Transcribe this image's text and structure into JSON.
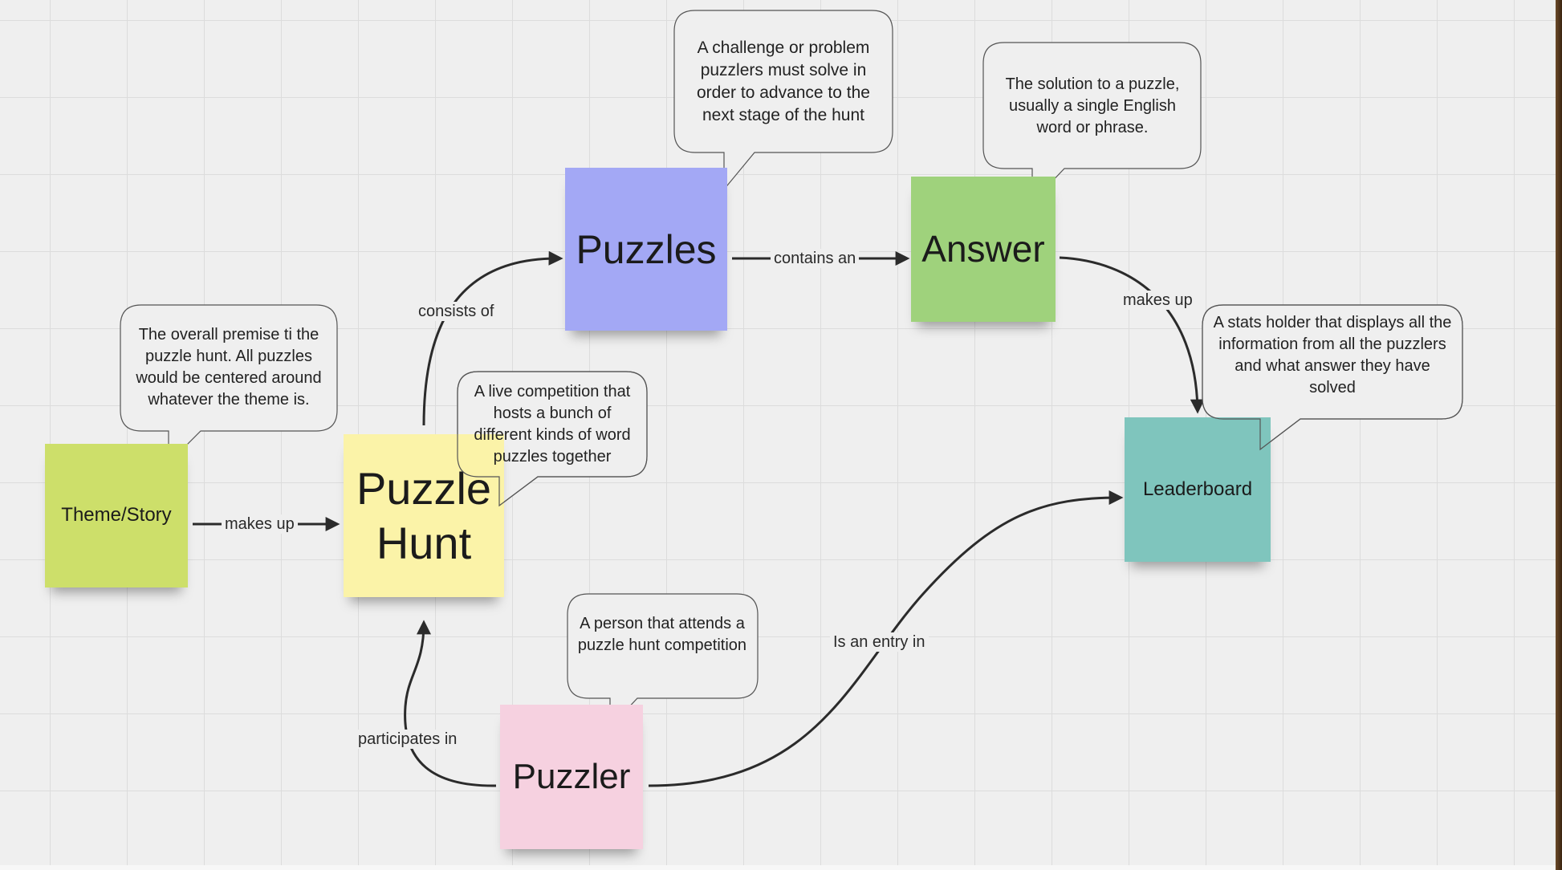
{
  "colors": {
    "board_background": "#efefef",
    "grid_line": "#dcdcdc",
    "connector": "#2b2b2b",
    "theme_story_note": "#cddf6a",
    "puzzle_hunt_note": "#fbf3a8",
    "puzzles_note": "#a3a8f5",
    "answer_note": "#9fd27c",
    "leaderboard_note": "#7fc5bd",
    "puzzler_note": "#f6d1e0"
  },
  "nodes": {
    "theme_story": "Theme/Story",
    "puzzle_hunt": "Puzzle Hunt",
    "puzzles": "Puzzles",
    "answer": "Answer",
    "leaderboard": "Leaderboard",
    "puzzler": "Puzzler"
  },
  "connectors": {
    "theme_to_hunt": "makes up",
    "hunt_to_puzzles": "consists of",
    "puzzles_to_answer": "contains an",
    "answer_to_leaderboard": "makes up",
    "puzzler_to_hunt": "participates in",
    "puzzler_to_leaderboard": "Is an entry in"
  },
  "descriptions": {
    "theme_story": "The overall premise ti the puzzle hunt. All puzzles would be centered around whatever the theme is.",
    "puzzle_hunt": "A live competition that hosts a bunch of different kinds of word puzzles together",
    "puzzles": "A challenge or problem puzzlers must solve in order to advance to the next stage of the hunt",
    "answer": "The solution to a puzzle, usually a single English word or phrase.",
    "leaderboard": "A stats holder that displays all the information from all the puzzlers and what answer they have solved",
    "puzzler": "A person that attends a puzzle hunt competition"
  }
}
